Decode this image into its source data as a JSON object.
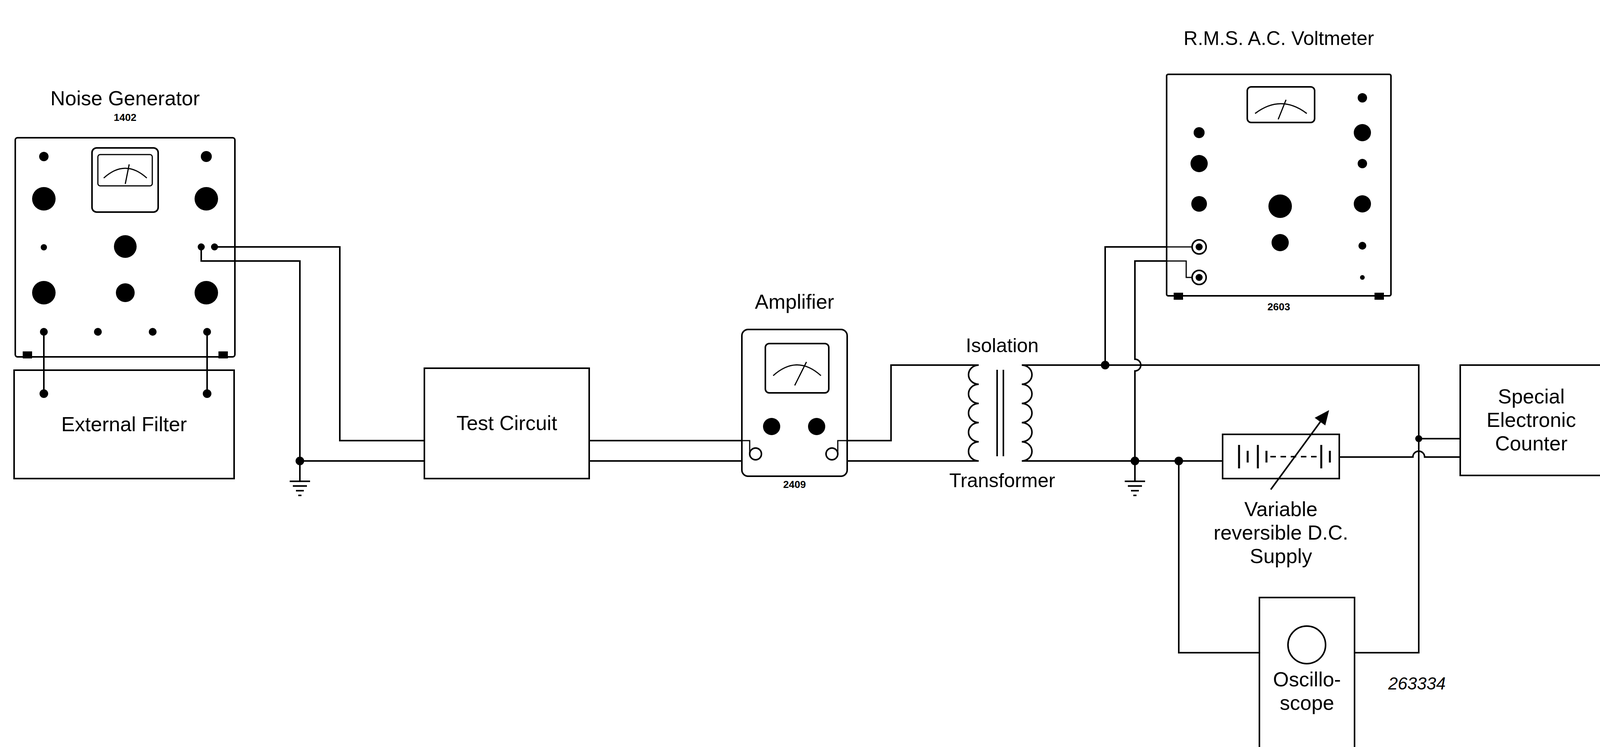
{
  "diagram": {
    "nodes": [
      {
        "text": [
          "Noise Generator",
          "1402"
        ]
      },
      {
        "text": [
          "External Filter"
        ]
      },
      {
        "text": [
          "Test Circuit"
        ]
      },
      {
        "text": [
          "Amplifier",
          "2409"
        ]
      },
      {
        "text": [
          "Isolation",
          "Transformer"
        ]
      },
      {
        "text": [
          "R.M.S. A.C. Voltmeter",
          "2603"
        ]
      },
      {
        "text": [
          "Special Electronic Counter"
        ]
      },
      {
        "text": [
          "Variable reversible D.C. Supply"
        ]
      },
      {
        "text": [
          "Oscillo- scope"
        ]
      }
    ],
    "edges": [
      {
        "from": 0,
        "to": 1,
        "arrow": "none"
      },
      {
        "from": 0,
        "to": 2,
        "arrow": "none"
      },
      {
        "from": 2,
        "to": 3,
        "arrow": "none"
      },
      {
        "from": 3,
        "to": 4,
        "arrow": "none"
      },
      {
        "from": 4,
        "to": 5,
        "arrow": "none"
      },
      {
        "from": 4,
        "to": 6,
        "arrow": "none"
      },
      {
        "from": 4,
        "to": 7,
        "arrow": "none"
      },
      {
        "from": 4,
        "to": 8,
        "arrow": "none"
      },
      {
        "from": 7,
        "to": 6,
        "arrow": "none"
      },
      {
        "from": 7,
        "to": 8,
        "arrow": "none"
      }
    ],
    "labels": [
      "263334"
    ]
  }
}
